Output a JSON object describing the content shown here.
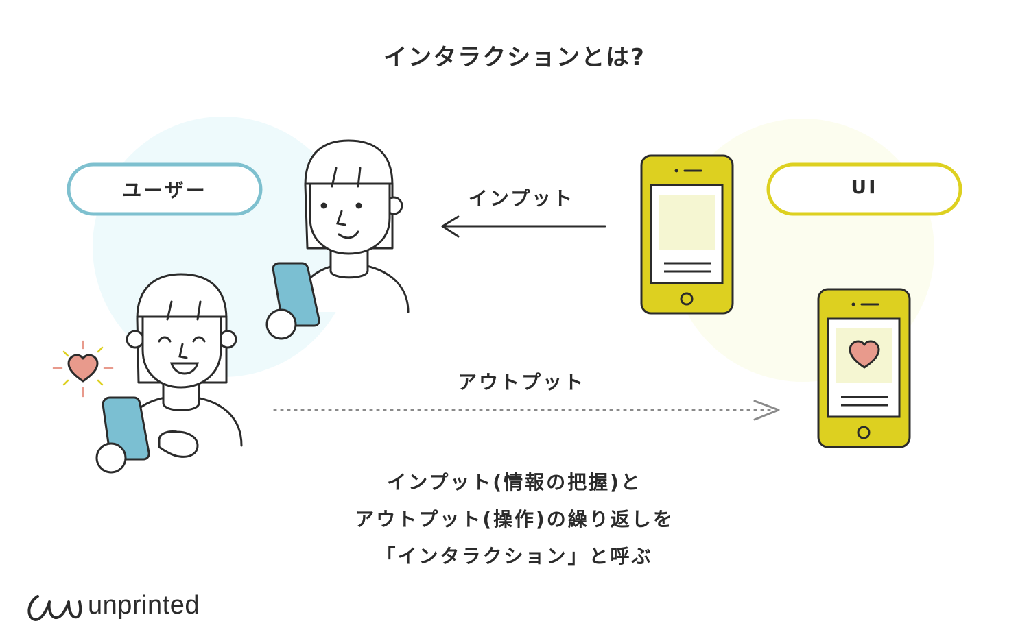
{
  "title": "インタラクションとは?",
  "labels": {
    "user": "ユーザー",
    "ui": "UI",
    "input": "インプット",
    "output": "アウトプット"
  },
  "caption": {
    "line1": "インプット(情報の把握)と",
    "line2": "アウトプット(操作)の繰り返しを",
    "line3": "「インタラクション」と呼ぶ"
  },
  "brand": "unprinted",
  "colors": {
    "user_accent": "#7ec0cf",
    "user_bg": "#eefafc",
    "ui_accent": "#ddd020",
    "ui_bg": "#fcfdef",
    "phone_screen_card": "#f5f6d2",
    "phone_held": "#7bbfd2",
    "heart": "#e89a8c",
    "ink": "#2b2b2b"
  },
  "icons": {
    "heart": "heart-icon",
    "phone": "smartphone-icon",
    "person": "person-icon",
    "logo": "unprinted-logo-icon"
  }
}
